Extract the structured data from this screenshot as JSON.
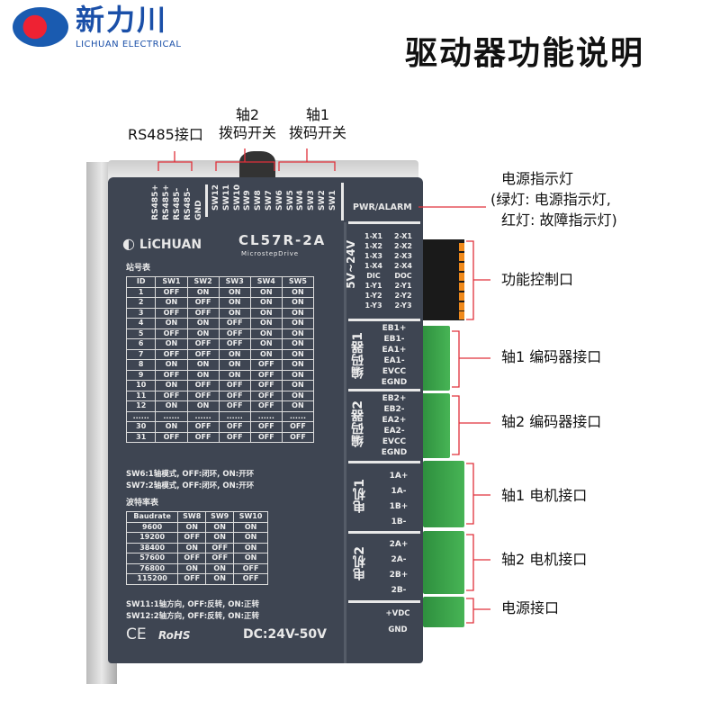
{
  "logo": {
    "cn": "新力川",
    "en": "LICHUAN ELECTRICAL"
  },
  "title": "驱动器功能说明",
  "callouts": {
    "rs485": "RS485接口",
    "axis2_dip": [
      "轴2",
      "拨码开关"
    ],
    "axis1_dip": [
      "轴1",
      "拨码开关"
    ],
    "power_led": [
      "电源指示灯",
      "(绿灯: 电源指示灯,",
      "红灯: 故障指示灯)"
    ],
    "func_ctrl": "功能控制口",
    "enc1": "轴1 编码器接口",
    "enc2": "轴2 编码器接口",
    "motor1": "轴1 电机接口",
    "motor2": "轴2 电机接口",
    "power": "电源接口"
  },
  "device": {
    "top_labels": [
      "RS485+",
      "RS485+",
      "RS485-",
      "RS485-",
      "GND"
    ],
    "dip_labels": [
      "SW12",
      "SW11",
      "SW10",
      "SW9",
      "SW8",
      "SW7",
      "SW6",
      "SW5",
      "SW4",
      "SW3",
      "SW2",
      "SW1"
    ],
    "pwr_alarm": "PWR/ALARM",
    "brand": "LiCHUAN",
    "model": "CL57R-2A",
    "subtitle": "MicrostepDrive",
    "io_voltage": "5V~24V",
    "io_pins_left": [
      "1-X1",
      "1-X2",
      "1-X3",
      "1-X4",
      "DIC",
      "1-Y1",
      "1-Y2",
      "1-Y3"
    ],
    "io_pins_right": [
      "2-X1",
      "2-X2",
      "2-X3",
      "2-X4",
      "DOC",
      "2-Y1",
      "2-Y2",
      "2-Y3"
    ],
    "enc1_label": "编码器1",
    "enc1_pins": [
      "EB1+",
      "EB1-",
      "EA1+",
      "EA1-",
      "EVCC",
      "EGND"
    ],
    "enc2_label": "编码器2",
    "enc2_pins": [
      "EB2+",
      "EB2-",
      "EA2+",
      "EA2-",
      "EVCC",
      "EGND"
    ],
    "motor1_label": "电机1",
    "motor1_pins": [
      "1A+",
      "1A-",
      "1B+",
      "1B-"
    ],
    "motor2_label": "电机2",
    "motor2_pins": [
      "2A+",
      "2A-",
      "2B+",
      "2B-"
    ],
    "power_pins": [
      "+VDC",
      "GND"
    ],
    "dc_rating": "DC:24V-50V",
    "station_title": "站号表",
    "station_table": {
      "headers": [
        "ID",
        "SW1",
        "SW2",
        "SW3",
        "SW4",
        "SW5"
      ],
      "rows": [
        [
          "1",
          "OFF",
          "ON",
          "ON",
          "ON",
          "ON"
        ],
        [
          "2",
          "ON",
          "OFF",
          "ON",
          "ON",
          "ON"
        ],
        [
          "3",
          "OFF",
          "OFF",
          "ON",
          "ON",
          "ON"
        ],
        [
          "4",
          "ON",
          "ON",
          "OFF",
          "ON",
          "ON"
        ],
        [
          "5",
          "OFF",
          "ON",
          "OFF",
          "ON",
          "ON"
        ],
        [
          "6",
          "ON",
          "OFF",
          "OFF",
          "ON",
          "ON"
        ],
        [
          "7",
          "OFF",
          "OFF",
          "ON",
          "ON",
          "ON"
        ],
        [
          "8",
          "ON",
          "ON",
          "ON",
          "OFF",
          "ON"
        ],
        [
          "9",
          "OFF",
          "ON",
          "ON",
          "OFF",
          "ON"
        ],
        [
          "10",
          "ON",
          "OFF",
          "OFF",
          "OFF",
          "ON"
        ],
        [
          "11",
          "OFF",
          "OFF",
          "OFF",
          "OFF",
          "ON"
        ],
        [
          "12",
          "ON",
          "ON",
          "OFF",
          "OFF",
          "ON"
        ],
        [
          "......",
          "......",
          "......",
          "......",
          "......",
          "......"
        ],
        [
          "30",
          "ON",
          "OFF",
          "OFF",
          "OFF",
          "OFF"
        ],
        [
          "31",
          "OFF",
          "OFF",
          "OFF",
          "OFF",
          "OFF"
        ]
      ]
    },
    "notes1": [
      "SW6:1轴模式, OFF:闭环, ON:开环",
      "SW7:2轴模式, OFF:闭环, ON:开环"
    ],
    "baud_title": "波特率表",
    "baud_table": {
      "headers": [
        "Baudrate",
        "SW8",
        "SW9",
        "SW10"
      ],
      "rows": [
        [
          "9600",
          "ON",
          "ON",
          "ON"
        ],
        [
          "19200",
          "OFF",
          "ON",
          "ON"
        ],
        [
          "38400",
          "ON",
          "OFF",
          "ON"
        ],
        [
          "57600",
          "OFF",
          "OFF",
          "ON"
        ],
        [
          "76800",
          "ON",
          "ON",
          "OFF"
        ],
        [
          "115200",
          "OFF",
          "ON",
          "OFF"
        ]
      ]
    },
    "notes2": [
      "SW11:1轴方向, OFF:反转, ON:正转",
      "SW12:2轴方向, OFF:反转, ON:正转"
    ],
    "ce": "CE",
    "rohs": "RoHS"
  },
  "colors": {
    "body": "#3e4552",
    "callout_line": "#e0303a",
    "connector_green": "#3aa64a",
    "connector_orange": "#f08a1c"
  }
}
